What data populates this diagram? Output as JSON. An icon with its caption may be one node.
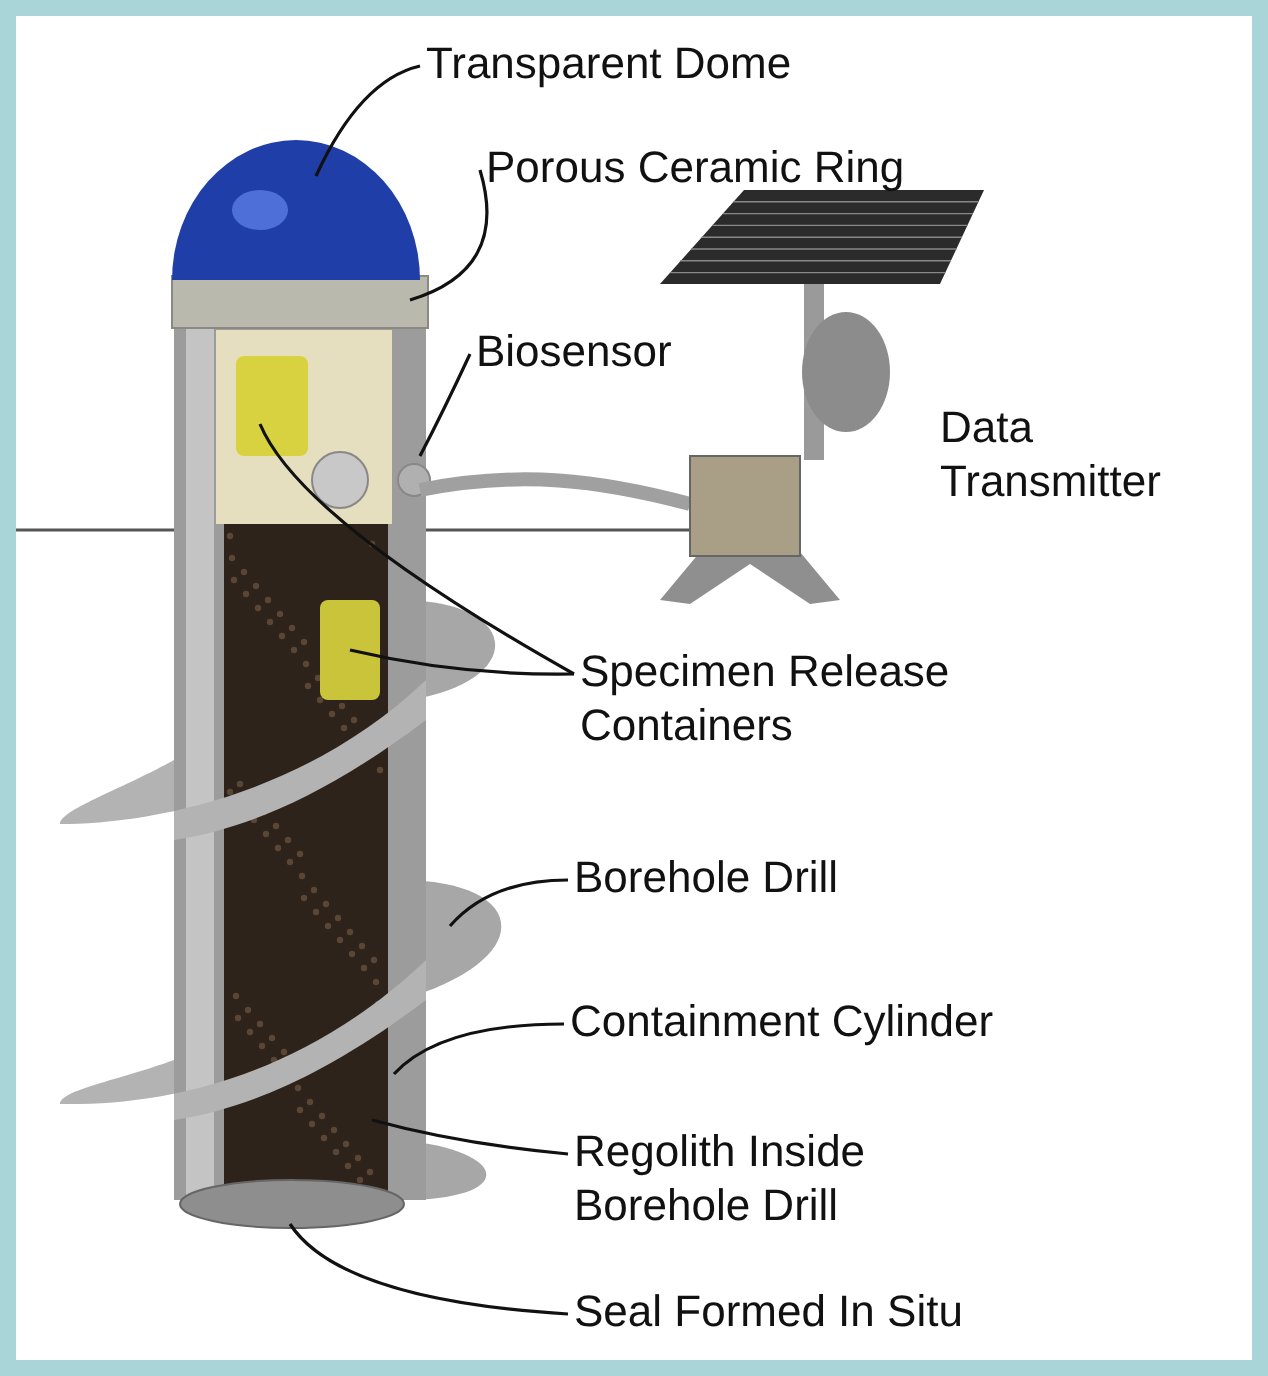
{
  "diagram": {
    "nodes": [
      {
        "text": [
          "Transparent Dome"
        ]
      },
      {
        "text": [
          "Porous Ceramic Ring"
        ]
      },
      {
        "text": [
          "Biosensor"
        ]
      },
      {
        "text": [
          "Specimen Release Containers"
        ]
      },
      {
        "text": [
          "Borehole Drill"
        ]
      },
      {
        "text": [
          "Containment Cylinder"
        ]
      },
      {
        "text": [
          "Regolith Inside Borehole Drill"
        ]
      },
      {
        "text": [
          "Seal Formed In Situ"
        ]
      }
    ],
    "edges": [
      {
        "from": 0,
        "to": null,
        "arrow": "none"
      },
      {
        "from": 1,
        "to": null,
        "arrow": "none"
      },
      {
        "from": 2,
        "to": null,
        "arrow": "none"
      },
      {
        "from": 3,
        "to": null,
        "arrow": "none"
      },
      {
        "from": 3,
        "to": null,
        "arrow": "none"
      },
      {
        "from": 4,
        "to": null,
        "arrow": "none"
      },
      {
        "from": 5,
        "to": null,
        "arrow": "none"
      },
      {
        "from": 6,
        "to": null,
        "arrow": "none"
      },
      {
        "from": 7,
        "to": null,
        "arrow": "none"
      }
    ],
    "labels": [
      "Data Transmitter"
    ]
  }
}
